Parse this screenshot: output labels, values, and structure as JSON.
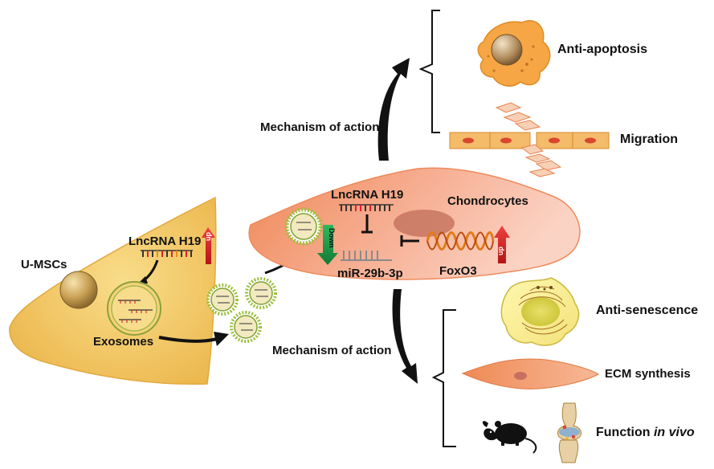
{
  "labels": {
    "u_mscs": "U-MSCs",
    "lncrna_umsc": "LncRNA H19",
    "exosomes": "Exosomes",
    "lncrna_chondro": "LncRNA H19",
    "chondrocytes": "Chondrocytes",
    "mir": "miR-29b-3p",
    "foxo3": "FoxO3",
    "mechanism_top": "Mechanism of action",
    "mechanism_bottom": "Mechanism of action",
    "anti_apoptosis": "Anti-apoptosis",
    "migration": "Migration",
    "anti_senescence": "Anti-senescence",
    "ecm_synthesis": "ECM synthesis",
    "function_prefix": "Function ",
    "function_italic": "in vivo",
    "up_1": "up",
    "down": "Down",
    "up_2": "up"
  },
  "colors": {
    "umsc_cell": "#F2C65C",
    "chondro_cell": "#F4A27C",
    "up_arrow": "#E32727",
    "down_arrow": "#1E9A4A",
    "exosome_green": "#9BBF3A",
    "helix": "#E07A1A"
  }
}
